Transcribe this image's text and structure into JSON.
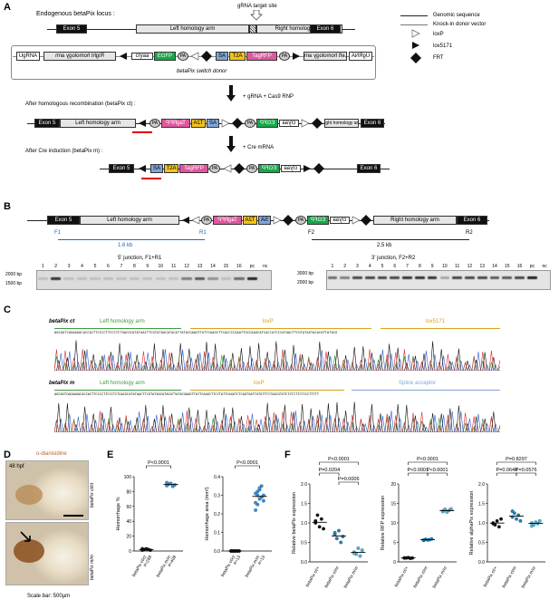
{
  "panelA": {
    "label": "A",
    "title": "Endogenous betaPix locus :",
    "grna_site": "gRNA target site",
    "exon5": "Exon 5",
    "exon6": "Exon 6",
    "left_arm": "Left homology arm",
    "right_arm": "Right homology arm",
    "ugrna": "UgRNA",
    "right_arm_mirror": "Right homology arm",
    "cryaa": "cryaa",
    "egfp": "EGFP",
    "pa": "PA",
    "sa": "SA",
    "t2a": "T2A",
    "tagrfp": "TagRFP",
    "left_arm_mirror": "Left homology arm",
    "donor_label": "betaPix switch donor",
    "after_hr": "After homologous recombination (betaPix ct) :",
    "grna_cas9": "+ gRNA  + Cas9 RNP",
    "after_cre": "After Cre induction (betaPix m) :",
    "cre": "+ Cre mRNA",
    "legend": {
      "genomic": "Genomic sequence",
      "knockin": "Knock-in donor vector",
      "loxp": "loxP",
      "lox5171": "lox5171",
      "frt": "FRT"
    }
  },
  "panelB": {
    "label": "B",
    "f1": "F1",
    "r1": "R1",
    "f2": "F2",
    "r2": "R2",
    "size_left": "1.6 kb",
    "size_right": "2.5 kb",
    "gel_left_title": "5' junction, F1+R1",
    "gel_right_title": "3' junction, F2+R2",
    "lanes_left": [
      "1",
      "2",
      "3",
      "4",
      "5",
      "6",
      "7",
      "8",
      "9",
      "10",
      "11",
      "12",
      "13",
      "14",
      "15",
      "16",
      "pc",
      "nc"
    ],
    "lanes_right": [
      "1",
      "2",
      "3",
      "4",
      "5",
      "6",
      "7",
      "8",
      "9",
      "10",
      "11",
      "12",
      "13",
      "14",
      "15",
      "16",
      "pc",
      "nc"
    ],
    "ladder_left": [
      "2000 bp",
      "1500 bp"
    ],
    "ladder_right": [
      "3000 bp",
      "2000 bp"
    ]
  },
  "panelC": {
    "label": "C",
    "row1_label": "betaPix ct",
    "row1_regions": [
      "Left homology arm",
      "loxP",
      "lox5171"
    ],
    "row1_seq": "AGCAGTCAGAAGACACCACTTCCCCTTCCCTCTGACGCATATAACTTCGTATAGCATACATTATACGAAGTTATTCAAGCTTCACCCCGAATTGCCAAGCATCACCATCCCATAACTTCGTATAGTACACATTATACG",
    "row2_label": "betaPix m",
    "row2_regions": [
      "Left homology arm",
      "loxP",
      "Splice acceptor"
    ],
    "row2_seq": "AGCAGTCAGAAGACACCACTTCCCCTTCCCTCTGACGCATATAACTTCGTATAGCATACATTATACGAAGTTATTCAAGCTTCCTATTCAGGTCTCAGTGATTGTGTTTCTGACGTGTCTCTCTTCTCCCTTTTT"
  },
  "panelD": {
    "label": "D",
    "stain": "o-dianisidine",
    "stage": "48 hpf",
    "top_genotype": "betaPix ct/ct",
    "bottom_genotype": "betaPix m/m",
    "scale": "Scale bar: 500µm"
  },
  "panelE": {
    "label": "E",
    "pval1": "P<0.0001",
    "pval2": "P<0.0001",
    "ylabel1": "Hemorrhage %",
    "ylabel2": "Hemorrhage area (mm²)",
    "y1ticks": [
      "0",
      "20",
      "40",
      "60",
      "80",
      "100"
    ],
    "y2ticks": [
      "0.0",
      "0.1",
      "0.2",
      "0.3",
      "0.4"
    ],
    "groups1": [
      "betaPix ct/ct",
      "betaPix m/m"
    ],
    "n1": [
      "#=289",
      "#=409"
    ],
    "groups2": [
      "betaPix ct/ct",
      "betaPix m/m"
    ],
    "n2": [
      "#=13",
      "#=13"
    ]
  },
  "panelF": {
    "label": "F",
    "p_betapix": [
      "P<0.0001",
      "P=0.0204",
      "P=0.0006"
    ],
    "p_rfp": [
      "P<0.0001",
      "P<0.0001",
      "P<0.0001"
    ],
    "p_alpha": [
      "P=0.8297",
      "P=0.0640",
      "P=0.0576"
    ],
    "ylabel1": "Relative betaPix expression",
    "ylabel2": "Relative RFP expression",
    "ylabel3": "Relative alphaPix expression",
    "y1ticks": [
      "0.0",
      "0.5",
      "1.0",
      "1.5",
      "2.0"
    ],
    "y2ticks": [
      "0",
      "5",
      "10",
      "15",
      "20"
    ],
    "y3ticks": [
      "0.0",
      "0.5",
      "1.0",
      "1.5",
      "2.0"
    ],
    "groups": [
      "betaPix ct/+",
      "betaPix ct/m",
      "betaPix m/m"
    ]
  },
  "chart_data": [
    {
      "type": "scatter",
      "ylabel": "Hemorrhage %",
      "ylim": [
        0,
        100
      ],
      "categories": [
        "betaPix ct/ct",
        "betaPix m/m"
      ],
      "series": [
        {
          "values": [
            1,
            2,
            3,
            2,
            1,
            3
          ]
        },
        {
          "values": [
            88,
            90,
            91,
            87,
            89,
            92
          ]
        }
      ]
    },
    {
      "type": "scatter",
      "ylabel": "Hemorrhage area (mm²)",
      "ylim": [
        0,
        0.4
      ],
      "categories": [
        "betaPix ct/ct",
        "betaPix m/m"
      ],
      "series": [
        {
          "values": [
            0,
            0,
            0,
            0,
            0,
            0,
            0,
            0,
            0,
            0,
            0,
            0,
            0
          ]
        },
        {
          "values": [
            0.22,
            0.25,
            0.28,
            0.29,
            0.3,
            0.31,
            0.32,
            0.33,
            0.35,
            0.27,
            0.26,
            0.3,
            0.34
          ]
        }
      ]
    },
    {
      "type": "scatter",
      "ylabel": "Relative betaPix expression",
      "ylim": [
        0,
        2.0
      ],
      "categories": [
        "betaPix ct/+",
        "betaPix ct/m",
        "betaPix m/m"
      ],
      "series": [
        {
          "values": [
            1.0,
            1.2,
            0.9,
            1.1,
            0.85,
            1.05
          ]
        },
        {
          "values": [
            0.7,
            0.6,
            0.8,
            0.5,
            0.65,
            0.75
          ]
        },
        {
          "values": [
            0.25,
            0.2,
            0.35,
            0.15,
            0.3,
            0.22
          ]
        }
      ]
    },
    {
      "type": "scatter",
      "ylabel": "Relative RFP expression",
      "ylim": [
        0,
        20
      ],
      "categories": [
        "betaPix ct/+",
        "betaPix ct/m",
        "betaPix m/m"
      ],
      "series": [
        {
          "values": [
            1,
            1,
            1.1,
            0.9,
            1,
            1
          ]
        },
        {
          "values": [
            5.5,
            5.8,
            5.6,
            5.7,
            5.9,
            5.6
          ]
        },
        {
          "values": [
            13,
            13.5,
            12.8,
            13.2,
            13.6,
            12.9
          ]
        }
      ]
    },
    {
      "type": "scatter",
      "ylabel": "Relative alphaPix expression",
      "ylim": [
        0,
        2.0
      ],
      "categories": [
        "betaPix ct/+",
        "betaPix ct/m",
        "betaPix m/m"
      ],
      "series": [
        {
          "values": [
            1.0,
            0.95,
            1.05,
            0.9,
            1.1,
            0.98
          ]
        },
        {
          "values": [
            1.15,
            1.25,
            1.1,
            1.2,
            1.05,
            1.3
          ]
        },
        {
          "values": [
            1.0,
            0.95,
            1.02,
            0.98,
            1.05,
            0.92
          ]
        }
      ]
    }
  ]
}
